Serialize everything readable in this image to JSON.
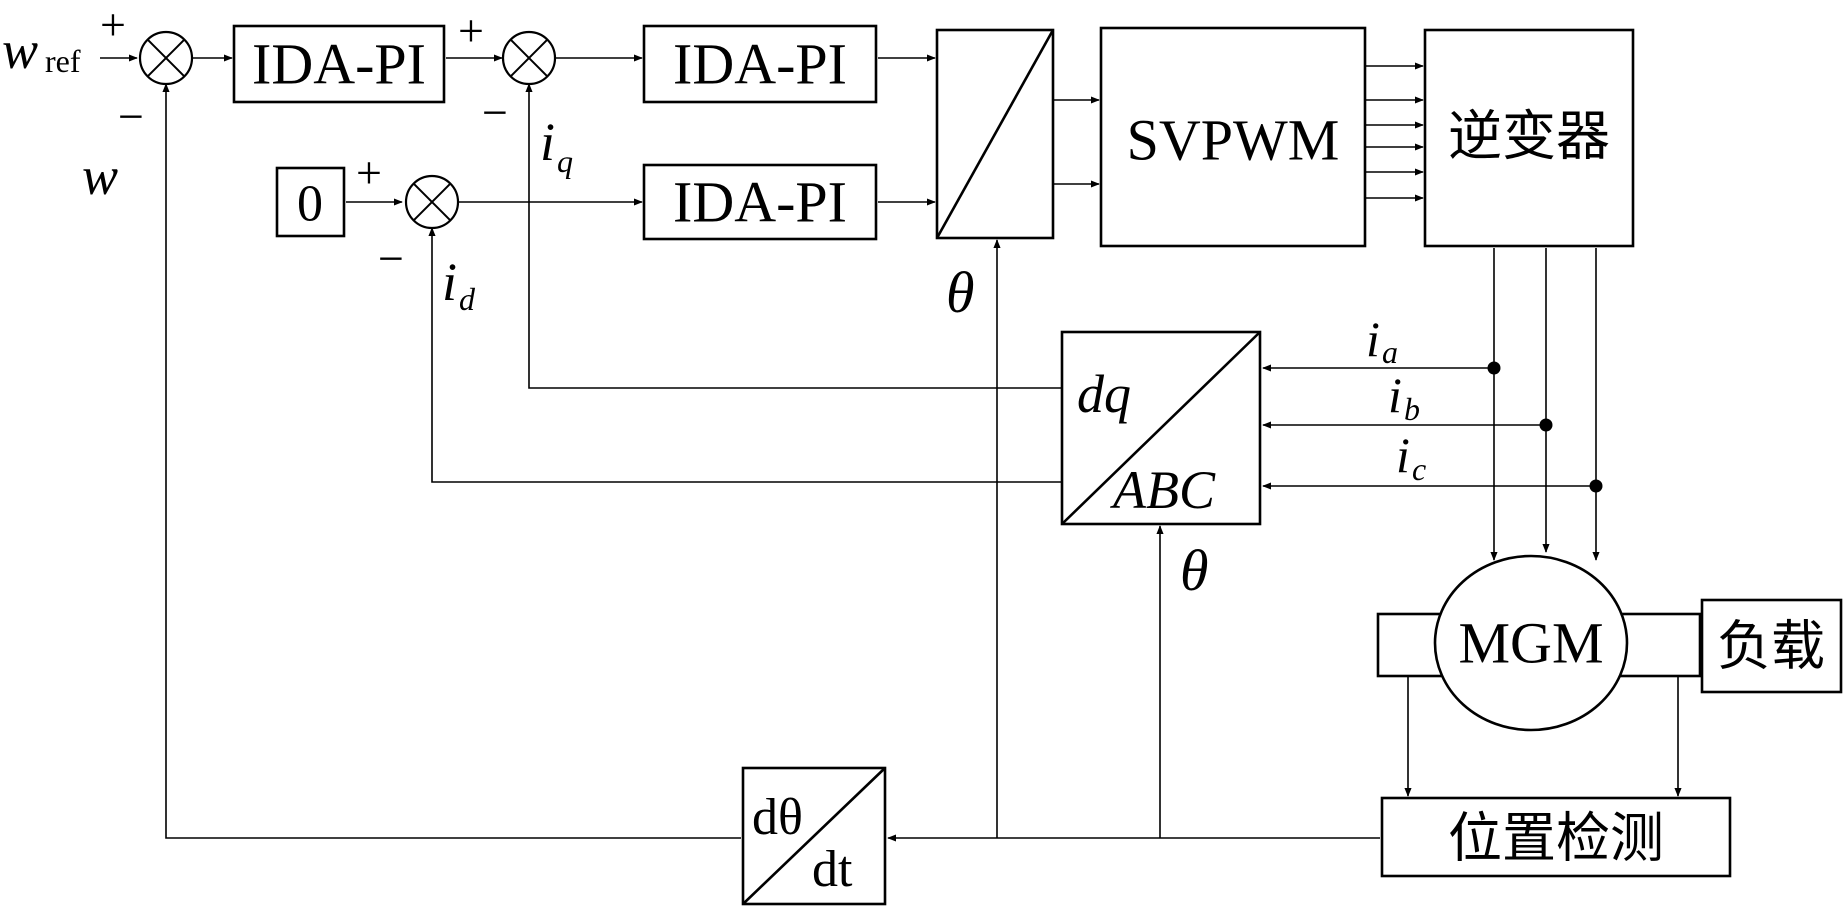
{
  "blocks": {
    "pi_speed": "IDA-PI",
    "pi_iq": "IDA-PI",
    "pi_id": "IDA-PI",
    "zero_ref": "0",
    "svpwm": "SVPWM",
    "inverter": "逆变器",
    "motor": "MGM",
    "load": "负载",
    "position_detect": "位置检测",
    "derivative_num": "dθ",
    "derivative_den": "dt"
  },
  "transform": {
    "top": "dq",
    "bottom": "ABC"
  },
  "signals": {
    "w_ref_main": "w",
    "w_ref_sub": "ref",
    "w_feedback": "w",
    "iq_main": "i",
    "iq_sub": "q",
    "id_main": "i",
    "id_sub": "d",
    "ia_main": "i",
    "ia_sub": "a",
    "ib_main": "i",
    "ib_sub": "b",
    "ic_main": "i",
    "ic_sub": "c",
    "theta_park": "θ",
    "theta_clarke": "θ"
  },
  "signs": {
    "plus": "+",
    "minus": "−"
  }
}
